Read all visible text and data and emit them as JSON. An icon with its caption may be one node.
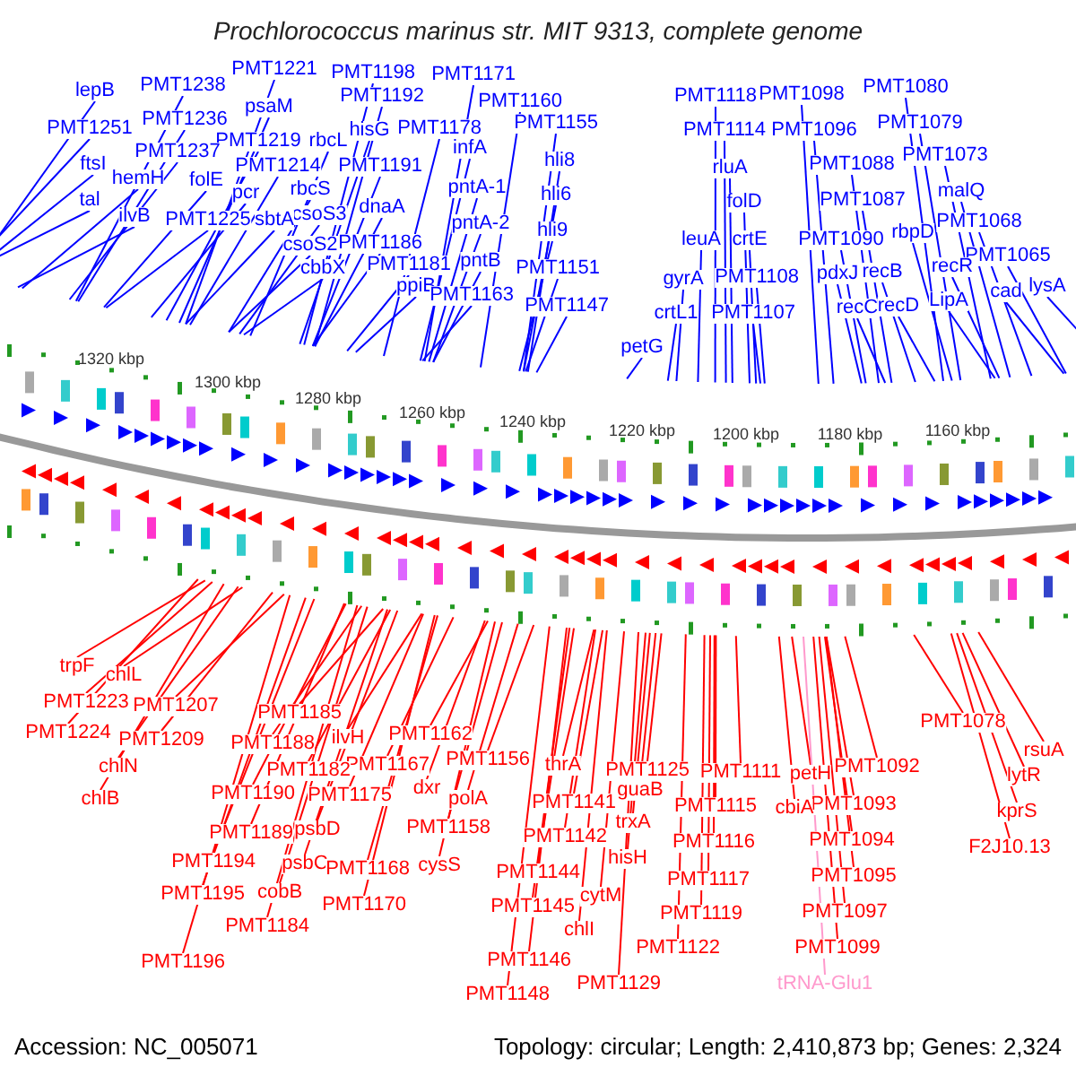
{
  "diagram": {
    "title": "Prochlorococcus marinus str. MIT 9313, complete genome",
    "nodes": [
      {
        "text": [
          "PMT1221"
        ]
      },
      {
        "text": [
          "PMT1198"
        ]
      },
      {
        "text": [
          "PMT1171"
        ]
      },
      {
        "text": [
          "PMT1238"
        ]
      },
      {
        "text": [
          "lepB"
        ]
      },
      {
        "text": [
          "PMT1080"
        ]
      },
      {
        "text": [
          "PMT1118"
        ]
      },
      {
        "text": [
          "PMT1098"
        ]
      },
      {
        "text": [
          "PMT1192"
        ]
      },
      {
        "text": [
          "PMT1160"
        ]
      },
      {
        "text": [
          "psaM"
        ]
      },
      {
        "text": [
          "PMT1236"
        ]
      },
      {
        "text": [
          "PMT1079"
        ]
      },
      {
        "text": [
          "PMT1155"
        ]
      },
      {
        "text": [
          "PMT1114"
        ]
      },
      {
        "text": [
          "PMT1096"
        ]
      },
      {
        "text": [
          "hisG"
        ]
      },
      {
        "text": [
          "PMT1178"
        ]
      },
      {
        "text": [
          "PMT1251"
        ]
      },
      {
        "text": [
          "PMT1219"
        ]
      },
      {
        "text": [
          "rbcL"
        ]
      },
      {
        "text": [
          "PMT1237"
        ]
      },
      {
        "text": [
          "infA"
        ]
      },
      {
        "text": [
          "PMT1073"
        ]
      },
      {
        "text": [
          "hli8"
        ]
      },
      {
        "text": [
          "ftsI"
        ]
      },
      {
        "text": [
          "PMT1191"
        ]
      },
      {
        "text": [
          "PMT1214"
        ]
      },
      {
        "text": [
          "rluA"
        ]
      },
      {
        "text": [
          "PMT1088"
        ]
      },
      {
        "text": [
          "hemH"
        ]
      },
      {
        "text": [
          "folE"
        ]
      },
      {
        "text": [
          "pntA-1"
        ]
      },
      {
        "text": [
          "rbcS"
        ]
      },
      {
        "text": [
          "malQ"
        ]
      },
      {
        "text": [
          "pcr"
        ]
      },
      {
        "text": [
          "hli6"
        ]
      },
      {
        "text": [
          "tal"
        ]
      },
      {
        "text": [
          "folD"
        ]
      },
      {
        "text": [
          "PMT1087"
        ]
      },
      {
        "text": [
          "dnaA"
        ]
      },
      {
        "text": [
          "csoS3"
        ]
      },
      {
        "text": [
          "ilvB"
        ]
      },
      {
        "text": [
          "PMT1225"
        ]
      },
      {
        "text": [
          "sbtA"
        ]
      },
      {
        "text": [
          "PMT1068"
        ]
      },
      {
        "text": [
          "pntA-2"
        ]
      },
      {
        "text": [
          "hli9"
        ]
      },
      {
        "text": [
          "rbpD"
        ]
      },
      {
        "text": [
          "leuA"
        ]
      },
      {
        "text": [
          "crtE"
        ]
      },
      {
        "text": [
          "PMT1090"
        ]
      },
      {
        "text": [
          "PMT1186"
        ]
      },
      {
        "text": [
          "csoS2"
        ]
      },
      {
        "text": [
          "PMT1065"
        ]
      },
      {
        "text": [
          "pntB"
        ]
      },
      {
        "text": [
          "PMT1181"
        ]
      },
      {
        "text": [
          "recR"
        ]
      },
      {
        "text": [
          "PMT1151"
        ]
      },
      {
        "text": [
          "cbbX"
        ]
      },
      {
        "text": [
          "recB"
        ]
      },
      {
        "text": [
          "pdxJ"
        ]
      },
      {
        "text": [
          "PMT1108"
        ]
      },
      {
        "text": [
          "gyrA"
        ]
      },
      {
        "text": [
          "ppiB"
        ]
      },
      {
        "text": [
          "lysA"
        ]
      },
      {
        "text": [
          "cad"
        ]
      },
      {
        "text": [
          "PMT1163"
        ]
      },
      {
        "text": [
          "LipA"
        ]
      },
      {
        "text": [
          "PMT1147"
        ]
      },
      {
        "text": [
          "recD"
        ]
      },
      {
        "text": [
          "recC"
        ]
      },
      {
        "text": [
          "crtL1"
        ]
      },
      {
        "text": [
          "PMT1107"
        ]
      },
      {
        "text": [
          "petG"
        ]
      },
      {
        "text": [
          "trpF"
        ]
      },
      {
        "text": [
          "chlL"
        ]
      },
      {
        "text": [
          "PMT1223"
        ]
      },
      {
        "text": [
          "PMT1207"
        ]
      },
      {
        "text": [
          "PMT1185"
        ]
      },
      {
        "text": [
          "PMT1078"
        ]
      },
      {
        "text": [
          "PMT1224"
        ]
      },
      {
        "text": [
          "PMT1162"
        ]
      },
      {
        "text": [
          "PMT1209"
        ]
      },
      {
        "text": [
          "ilvH"
        ]
      },
      {
        "text": [
          "PMT1188"
        ]
      },
      {
        "text": [
          "rsuA"
        ]
      },
      {
        "text": [
          "PMT1156"
        ]
      },
      {
        "text": [
          "PMT1167"
        ]
      },
      {
        "text": [
          "thrA"
        ]
      },
      {
        "text": [
          "PMT1092"
        ]
      },
      {
        "text": [
          "chlN"
        ]
      },
      {
        "text": [
          "PMT1182"
        ]
      },
      {
        "text": [
          "PMT1125"
        ]
      },
      {
        "text": [
          "PMT1111"
        ]
      },
      {
        "text": [
          "petH"
        ]
      },
      {
        "text": [
          "lytR"
        ]
      },
      {
        "text": [
          "dxr"
        ]
      },
      {
        "text": [
          "guaB"
        ]
      },
      {
        "text": [
          "PMT1190"
        ]
      },
      {
        "text": [
          "PMT1175"
        ]
      },
      {
        "text": [
          "polA"
        ]
      },
      {
        "text": [
          "chlB"
        ]
      },
      {
        "text": [
          "PMT1141"
        ]
      },
      {
        "text": [
          "PMT1093"
        ]
      },
      {
        "text": [
          "cbiA"
        ]
      },
      {
        "text": [
          "PMT1115"
        ]
      },
      {
        "text": [
          "kprS"
        ]
      },
      {
        "text": [
          "trxA"
        ]
      },
      {
        "text": [
          "PMT1158"
        ]
      },
      {
        "text": [
          "psbD"
        ]
      },
      {
        "text": [
          "PMT1189"
        ]
      },
      {
        "text": [
          "PMT1142"
        ]
      },
      {
        "text": [
          "PMT1094"
        ]
      },
      {
        "text": [
          "PMT1116"
        ]
      },
      {
        "text": [
          "F2J10.13"
        ]
      },
      {
        "text": [
          "hisH"
        ]
      },
      {
        "text": [
          "PMT1194"
        ]
      },
      {
        "text": [
          "psbC"
        ]
      },
      {
        "text": [
          "cysS"
        ]
      },
      {
        "text": [
          "PMT1168"
        ]
      },
      {
        "text": [
          "PMT1144"
        ]
      },
      {
        "text": [
          "PMT1095"
        ]
      },
      {
        "text": [
          "PMT1117"
        ]
      },
      {
        "text": [
          "cobB"
        ]
      },
      {
        "text": [
          "PMT1195"
        ]
      },
      {
        "text": [
          "cytM"
        ]
      },
      {
        "text": [
          "PMT1170"
        ]
      },
      {
        "text": [
          "PMT1145"
        ]
      },
      {
        "text": [
          "PMT1097"
        ]
      },
      {
        "text": [
          "PMT1119"
        ]
      },
      {
        "text": [
          "PMT1184"
        ]
      },
      {
        "text": [
          "chlI"
        ]
      },
      {
        "text": [
          "PMT1122"
        ]
      },
      {
        "text": [
          "PMT1099"
        ]
      },
      {
        "text": [
          "PMT1146"
        ]
      },
      {
        "text": [
          "PMT1196"
        ]
      },
      {
        "text": [
          "PMT1129"
        ]
      },
      {
        "text": [
          "tRNA-Glu1"
        ]
      },
      {
        "text": [
          "PMT1148"
        ]
      }
    ],
    "edges": [
      {
        "from": 0,
        "to": null,
        "arrow": "none",
        "color": "#0000ff"
      },
      {
        "from": 1,
        "to": null,
        "arrow": "none",
        "color": "#0000ff"
      },
      {
        "from": 2,
        "to": null,
        "arrow": "none",
        "color": "#0000ff"
      },
      {
        "from": 3,
        "to": null,
        "arrow": "none",
        "color": "#0000ff"
      },
      {
        "from": 4,
        "to": null,
        "arrow": "none",
        "color": "#0000ff"
      },
      {
        "from": 5,
        "to": null,
        "arrow": "none",
        "color": "#0000ff"
      },
      {
        "from": 6,
        "to": null,
        "arrow": "none",
        "color": "#0000ff"
      },
      {
        "from": 7,
        "to": null,
        "arrow": "none",
        "color": "#0000ff"
      },
      {
        "from": 8,
        "to": null,
        "arrow": "none",
        "color": "#0000ff"
      },
      {
        "from": 9,
        "to": null,
        "arrow": "none",
        "color": "#0000ff"
      },
      {
        "from": 10,
        "to": null,
        "arrow": "none",
        "color": "#0000ff"
      },
      {
        "from": 11,
        "to": null,
        "arrow": "none",
        "color": "#0000ff"
      },
      {
        "from": 12,
        "to": null,
        "arrow": "none",
        "color": "#0000ff"
      },
      {
        "from": 13,
        "to": null,
        "arrow": "none",
        "color": "#0000ff"
      },
      {
        "from": 14,
        "to": null,
        "arrow": "none",
        "color": "#0000ff"
      },
      {
        "from": 15,
        "to": null,
        "arrow": "none",
        "color": "#0000ff"
      },
      {
        "from": 16,
        "to": null,
        "arrow": "none",
        "color": "#0000ff"
      },
      {
        "from": 17,
        "to": null,
        "arrow": "none",
        "color": "#0000ff"
      },
      {
        "from": 18,
        "to": null,
        "arrow": "none",
        "color": "#0000ff"
      },
      {
        "from": 19,
        "to": null,
        "arrow": "none",
        "color": "#0000ff"
      },
      {
        "from": 20,
        "to": null,
        "arrow": "none",
        "color": "#0000ff"
      },
      {
        "from": 21,
        "to": null,
        "arrow": "none",
        "color": "#0000ff"
      },
      {
        "from": 22,
        "to": null,
        "arrow": "none",
        "color": "#0000ff"
      },
      {
        "from": 23,
        "to": null,
        "arrow": "none",
        "color": "#0000ff"
      },
      {
        "from": 24,
        "to": null,
        "arrow": "none",
        "color": "#0000ff"
      },
      {
        "from": 25,
        "to": null,
        "arrow": "none",
        "color": "#0000ff"
      },
      {
        "from": 26,
        "to": null,
        "arrow": "none",
        "color": "#0000ff"
      },
      {
        "from": 27,
        "to": null,
        "arrow": "none",
        "color": "#0000ff"
      },
      {
        "from": 28,
        "to": null,
        "arrow": "none",
        "color": "#0000ff"
      },
      {
        "from": 29,
        "to": null,
        "arrow": "none",
        "color": "#0000ff"
      },
      {
        "from": 30,
        "to": null,
        "arrow": "none",
        "color": "#0000ff"
      },
      {
        "from": 31,
        "to": null,
        "arrow": "none",
        "color": "#0000ff"
      },
      {
        "from": 32,
        "to": null,
        "arrow": "none",
        "color": "#0000ff"
      },
      {
        "from": 33,
        "to": null,
        "arrow": "none",
        "color": "#0000ff"
      },
      {
        "from": 34,
        "to": null,
        "arrow": "none",
        "color": "#0000ff"
      },
      {
        "from": 35,
        "to": null,
        "arrow": "none",
        "color": "#0000ff"
      },
      {
        "from": 36,
        "to": null,
        "arrow": "none",
        "color": "#0000ff"
      },
      {
        "from": 37,
        "to": null,
        "arrow": "none",
        "color": "#0000ff"
      },
      {
        "from": 38,
        "to": null,
        "arrow": "none",
        "color": "#0000ff"
      },
      {
        "from": 39,
        "to": null,
        "arrow": "none",
        "color": "#0000ff"
      },
      {
        "from": 40,
        "to": null,
        "arrow": "none",
        "color": "#0000ff"
      },
      {
        "from": 41,
        "to": null,
        "arrow": "none",
        "color": "#0000ff"
      },
      {
        "from": 42,
        "to": null,
        "arrow": "none",
        "color": "#0000ff"
      },
      {
        "from": 43,
        "to": null,
        "arrow": "none",
        "color": "#0000ff"
      },
      {
        "from": 44,
        "to": null,
        "arrow": "none",
        "color": "#0000ff"
      },
      {
        "from": 45,
        "to": null,
        "arrow": "none",
        "color": "#0000ff"
      },
      {
        "from": 46,
        "to": null,
        "arrow": "none",
        "color": "#0000ff"
      },
      {
        "from": 47,
        "to": null,
        "arrow": "none",
        "color": "#0000ff"
      },
      {
        "from": 48,
        "to": null,
        "arrow": "none",
        "color": "#0000ff"
      },
      {
        "from": 49,
        "to": null,
        "arrow": "none",
        "color": "#0000ff"
      },
      {
        "from": 50,
        "to": null,
        "arrow": "none",
        "color": "#0000ff"
      },
      {
        "from": 51,
        "to": null,
        "arrow": "none",
        "color": "#0000ff"
      },
      {
        "from": 52,
        "to": null,
        "arrow": "none",
        "color": "#0000ff"
      },
      {
        "from": 53,
        "to": null,
        "arrow": "none",
        "color": "#0000ff"
      },
      {
        "from": 54,
        "to": null,
        "arrow": "none",
        "color": "#0000ff"
      },
      {
        "from": 55,
        "to": null,
        "arrow": "none",
        "color": "#0000ff"
      },
      {
        "from": 56,
        "to": null,
        "arrow": "none",
        "color": "#0000ff"
      },
      {
        "from": 57,
        "to": null,
        "arrow": "none",
        "color": "#0000ff"
      },
      {
        "from": 58,
        "to": null,
        "arrow": "none",
        "color": "#0000ff"
      },
      {
        "from": 59,
        "to": null,
        "arrow": "none",
        "color": "#0000ff"
      },
      {
        "from": 60,
        "to": null,
        "arrow": "none",
        "color": "#0000ff"
      },
      {
        "from": 61,
        "to": null,
        "arrow": "none",
        "color": "#0000ff"
      },
      {
        "from": 62,
        "to": null,
        "arrow": "none",
        "color": "#0000ff"
      },
      {
        "from": 63,
        "to": null,
        "arrow": "none",
        "color": "#0000ff"
      },
      {
        "from": 64,
        "to": null,
        "arrow": "none",
        "color": "#0000ff"
      },
      {
        "from": 65,
        "to": null,
        "arrow": "none",
        "color": "#0000ff"
      },
      {
        "from": 66,
        "to": null,
        "arrow": "none",
        "color": "#0000ff"
      },
      {
        "from": 67,
        "to": null,
        "arrow": "none",
        "color": "#0000ff"
      },
      {
        "from": 68,
        "to": null,
        "arrow": "none",
        "color": "#0000ff"
      },
      {
        "from": 69,
        "to": null,
        "arrow": "none",
        "color": "#0000ff"
      },
      {
        "from": 70,
        "to": null,
        "arrow": "none",
        "color": "#0000ff"
      },
      {
        "from": 71,
        "to": null,
        "arrow": "none",
        "color": "#0000ff"
      },
      {
        "from": 72,
        "to": null,
        "arrow": "none",
        "color": "#0000ff"
      },
      {
        "from": 73,
        "to": null,
        "arrow": "none",
        "color": "#0000ff"
      },
      {
        "from": 74,
        "to": null,
        "arrow": "none",
        "color": "#0000ff"
      },
      {
        "from": 75,
        "to": null,
        "arrow": "none",
        "color": "#ff0000"
      },
      {
        "from": 76,
        "to": null,
        "arrow": "none",
        "color": "#ff0000"
      },
      {
        "from": 77,
        "to": null,
        "arrow": "none",
        "color": "#ff0000"
      },
      {
        "from": 78,
        "to": null,
        "arrow": "none",
        "color": "#ff0000"
      },
      {
        "from": 79,
        "to": null,
        "arrow": "none",
        "color": "#ff0000"
      },
      {
        "from": 80,
        "to": null,
        "arrow": "none",
        "color": "#ff0000"
      },
      {
        "from": 81,
        "to": null,
        "arrow": "none",
        "color": "#ff0000"
      },
      {
        "from": 82,
        "to": null,
        "arrow": "none",
        "color": "#ff0000"
      },
      {
        "from": 83,
        "to": null,
        "arrow": "none",
        "color": "#ff0000"
      },
      {
        "from": 84,
        "to": null,
        "arrow": "none",
        "color": "#ff0000"
      },
      {
        "from": 85,
        "to": null,
        "arrow": "none",
        "color": "#ff0000"
      },
      {
        "from": 86,
        "to": null,
        "arrow": "none",
        "color": "#ff0000"
      },
      {
        "from": 87,
        "to": null,
        "arrow": "none",
        "color": "#ff0000"
      },
      {
        "from": 88,
        "to": null,
        "arrow": "none",
        "color": "#ff0000"
      },
      {
        "from": 89,
        "to": null,
        "arrow": "none",
        "color": "#ff0000"
      },
      {
        "from": 90,
        "to": null,
        "arrow": "none",
        "color": "#ff0000"
      },
      {
        "from": 91,
        "to": null,
        "arrow": "none",
        "color": "#ff0000"
      },
      {
        "from": 92,
        "to": null,
        "arrow": "none",
        "color": "#ff0000"
      },
      {
        "from": 93,
        "to": null,
        "arrow": "none",
        "color": "#ff0000"
      },
      {
        "from": 94,
        "to": null,
        "arrow": "none",
        "color": "#ff0000"
      },
      {
        "from": 95,
        "to": null,
        "arrow": "none",
        "color": "#ff0000"
      },
      {
        "from": 96,
        "to": null,
        "arrow": "none",
        "color": "#ff0000"
      },
      {
        "from": 97,
        "to": null,
        "arrow": "none",
        "color": "#ff0000"
      },
      {
        "from": 98,
        "to": null,
        "arrow": "none",
        "color": "#ff0000"
      },
      {
        "from": 99,
        "to": null,
        "arrow": "none",
        "color": "#ff0000"
      },
      {
        "from": 100,
        "to": null,
        "arrow": "none",
        "color": "#ff0000"
      },
      {
        "from": 101,
        "to": null,
        "arrow": "none",
        "color": "#ff0000"
      },
      {
        "from": 102,
        "to": null,
        "arrow": "none",
        "color": "#ff0000"
      },
      {
        "from": 103,
        "to": null,
        "arrow": "none",
        "color": "#ff0000"
      },
      {
        "from": 104,
        "to": null,
        "arrow": "none",
        "color": "#ff0000"
      },
      {
        "from": 105,
        "to": null,
        "arrow": "none",
        "color": "#ff0000"
      },
      {
        "from": 106,
        "to": null,
        "arrow": "none",
        "color": "#ff0000"
      },
      {
        "from": 107,
        "to": null,
        "arrow": "none",
        "color": "#ff0000"
      },
      {
        "from": 108,
        "to": null,
        "arrow": "none",
        "color": "#ff0000"
      },
      {
        "from": 109,
        "to": null,
        "arrow": "none",
        "color": "#ff0000"
      },
      {
        "from": 110,
        "to": null,
        "arrow": "none",
        "color": "#ff0000"
      },
      {
        "from": 111,
        "to": null,
        "arrow": "none",
        "color": "#ff0000"
      },
      {
        "from": 112,
        "to": null,
        "arrow": "none",
        "color": "#ff0000"
      },
      {
        "from": 113,
        "to": null,
        "arrow": "none",
        "color": "#ff0000"
      },
      {
        "from": 114,
        "to": null,
        "arrow": "none",
        "color": "#ff0000"
      },
      {
        "from": 115,
        "to": null,
        "arrow": "none",
        "color": "#ff0000"
      },
      {
        "from": 116,
        "to": null,
        "arrow": "none",
        "color": "#ff0000"
      },
      {
        "from": 117,
        "to": null,
        "arrow": "none",
        "color": "#ff0000"
      },
      {
        "from": 118,
        "to": null,
        "arrow": "none",
        "color": "#ff0000"
      },
      {
        "from": 119,
        "to": null,
        "arrow": "none",
        "color": "#ff0000"
      },
      {
        "from": 120,
        "to": null,
        "arrow": "none",
        "color": "#ff0000"
      },
      {
        "from": 121,
        "to": null,
        "arrow": "none",
        "color": "#ff0000"
      },
      {
        "from": 122,
        "to": null,
        "arrow": "none",
        "color": "#ff0000"
      },
      {
        "from": 123,
        "to": null,
        "arrow": "none",
        "color": "#ff0000"
      },
      {
        "from": 124,
        "to": null,
        "arrow": "none",
        "color": "#ff0000"
      },
      {
        "from": 125,
        "to": null,
        "arrow": "none",
        "color": "#ff0000"
      },
      {
        "from": 126,
        "to": null,
        "arrow": "none",
        "color": "#ff0000"
      },
      {
        "from": 127,
        "to": null,
        "arrow": "none",
        "color": "#ff0000"
      },
      {
        "from": 128,
        "to": null,
        "arrow": "none",
        "color": "#ff0000"
      },
      {
        "from": 129,
        "to": null,
        "arrow": "none",
        "color": "#ff0000"
      },
      {
        "from": 130,
        "to": null,
        "arrow": "none",
        "color": "#ff0000"
      },
      {
        "from": 131,
        "to": null,
        "arrow": "none",
        "color": "#ff0000"
      },
      {
        "from": 132,
        "to": null,
        "arrow": "none",
        "color": "#ff0000"
      },
      {
        "from": 133,
        "to": null,
        "arrow": "none",
        "color": "#ff0000"
      },
      {
        "from": 134,
        "to": null,
        "arrow": "none",
        "color": "#ff0000"
      },
      {
        "from": 135,
        "to": null,
        "arrow": "none",
        "color": "#ff0000"
      },
      {
        "from": 136,
        "to": null,
        "arrow": "none",
        "color": "#ff0000"
      },
      {
        "from": 137,
        "to": null,
        "arrow": "none",
        "color": "#ff0000"
      },
      {
        "from": 138,
        "to": null,
        "arrow": "none",
        "color": "#ff99cc"
      },
      {
        "from": 139,
        "to": null,
        "arrow": "none",
        "color": "#ff0000"
      }
    ],
    "labels": [
      "1320 kbp",
      "1300 kbp",
      "1280 kbp",
      "1260 kbp",
      "1240 kbp",
      "1220 kbp",
      "1200 kbp",
      "1180 kbp",
      "1160 kbp",
      "Accession: NC_005071",
      "Topology: circular; Length: 2,410,873 bp; Genes: 2,324"
    ]
  }
}
